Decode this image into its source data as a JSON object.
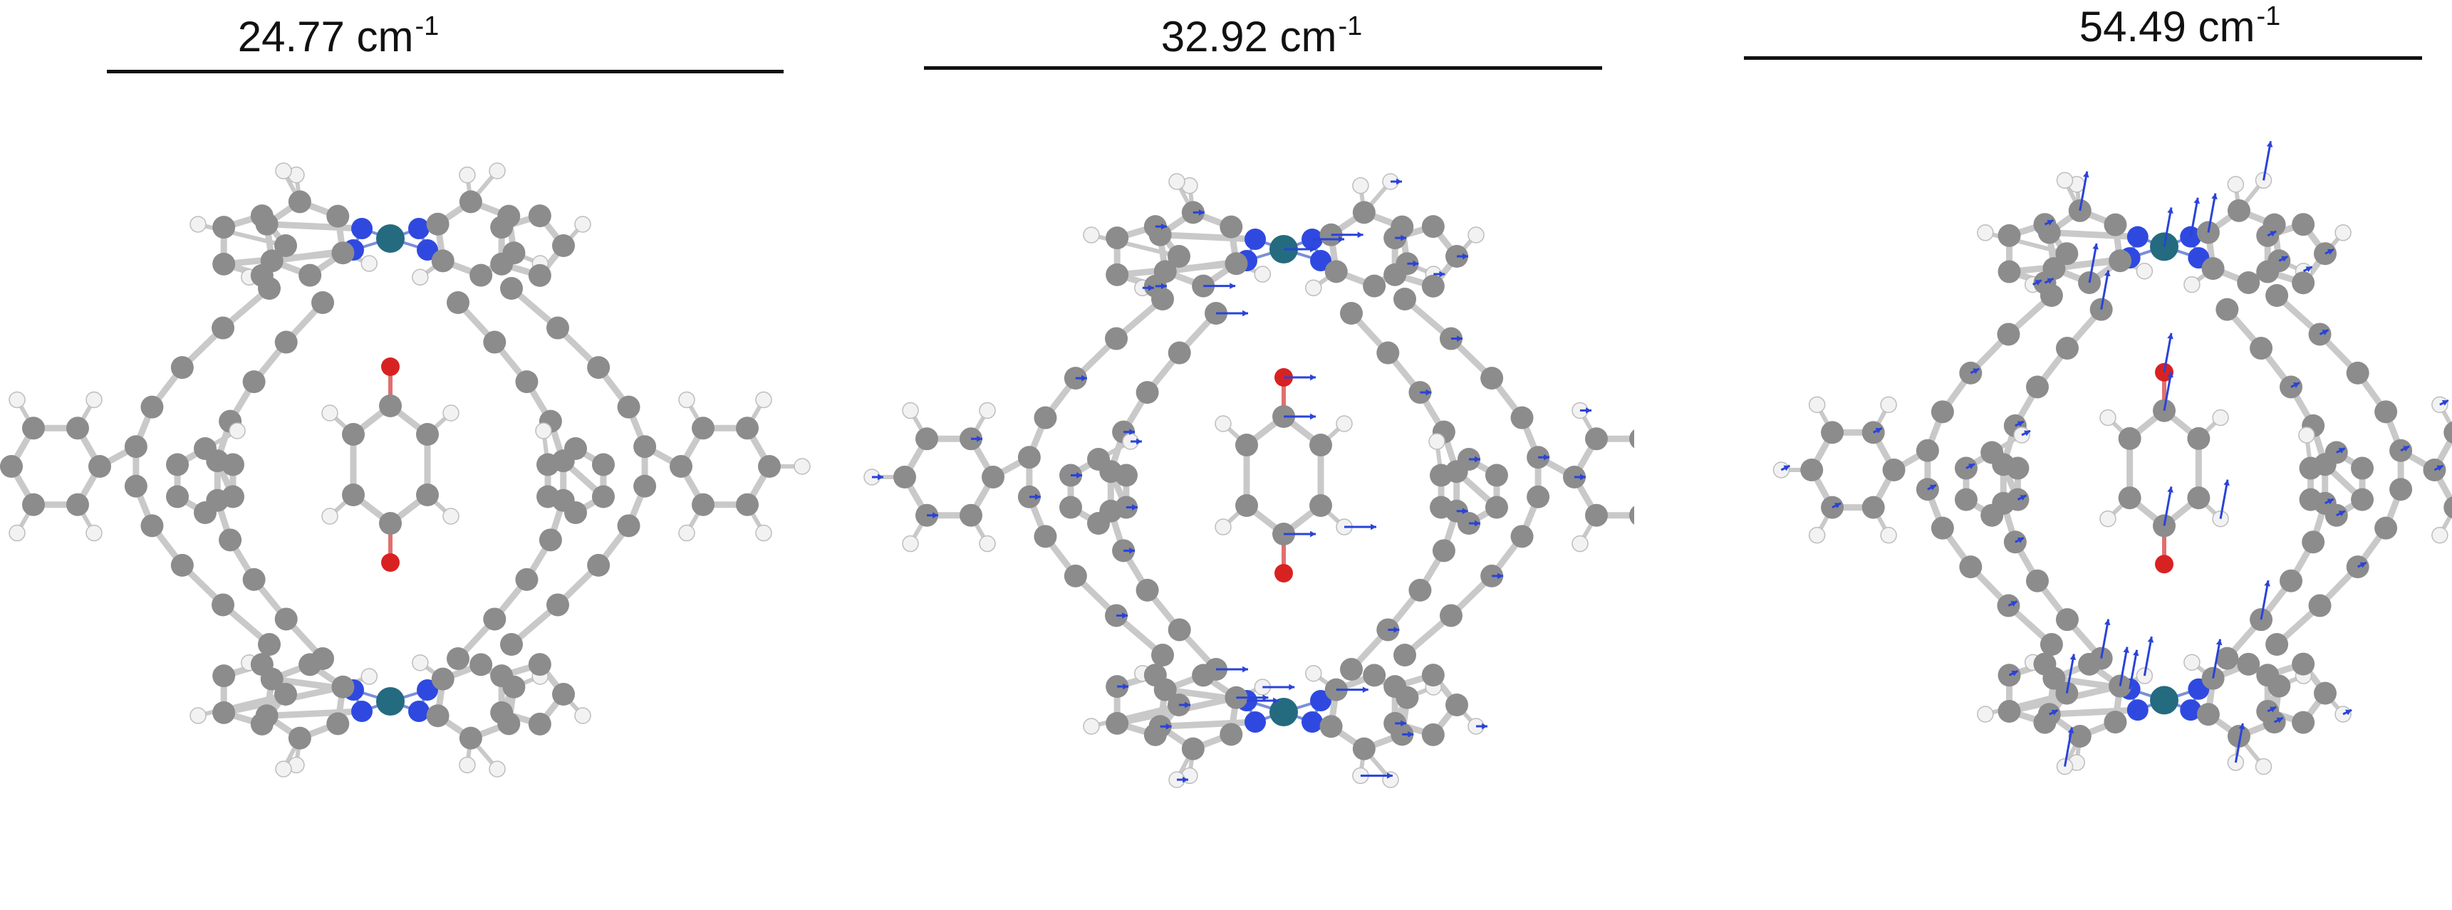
{
  "panels": [
    {
      "id": "mode-1",
      "frequency": "24.77",
      "unit": "cm",
      "unit_exponent": "-1",
      "show_vectors": false
    },
    {
      "id": "mode-2",
      "frequency": "32.92",
      "unit": "cm",
      "unit_exponent": "-1",
      "show_vectors": true
    },
    {
      "id": "mode-3",
      "frequency": "54.49",
      "unit": "cm",
      "unit_exponent": "-1",
      "show_vectors": true
    }
  ],
  "colors": {
    "carbon": "#8c8c8c",
    "hydrogen": "#f2f2f2",
    "nitrogen": "#2f49e0",
    "metal": "#246b80",
    "oxygen": "#d82222",
    "bond": "#c9c9c9",
    "oxygen_bond": "#e07070",
    "metal_bond": "#7b8fd8",
    "vector": "#2a43d8",
    "rule": "#111111"
  }
}
